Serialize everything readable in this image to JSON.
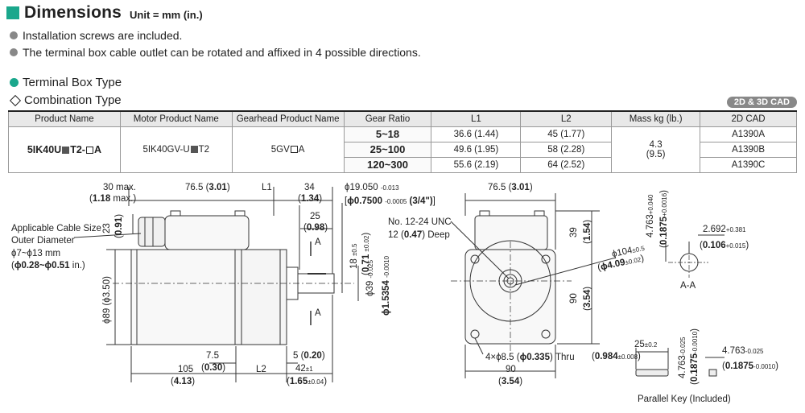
{
  "header": {
    "title": "Dimensions",
    "unit": "Unit = mm (in.)"
  },
  "notes": [
    "Installation screws are included.",
    "The terminal box cable outlet can be rotated and affixed in 4 possible directions."
  ],
  "terminal_box_heading": "Terminal Box Type",
  "combination_heading": "Combination Type",
  "cad_badge": "2D & 3D CAD",
  "table": {
    "headers": [
      "Product Name",
      "Motor Product Name",
      "Gearhead Product Name",
      "Gear Ratio",
      "L1",
      "L2",
      "Mass kg (lb.)",
      "2D CAD"
    ],
    "product_name_a": "5IK40U",
    "product_name_b": "T2-",
    "product_name_c": "A",
    "motor_product_a": "5IK40GV-U",
    "motor_product_b": "T2",
    "gearhead_a": "5GV",
    "gearhead_b": "A",
    "mass": "4.3",
    "mass_lb": "(9.5)",
    "rows": [
      {
        "ratio": "5~18",
        "l1": "36.6 (1.44)",
        "l2": "45 (1.77)",
        "cad": "A1390A"
      },
      {
        "ratio": "25~100",
        "l1": "49.6 (1.95)",
        "l2": "58 (2.28)",
        "cad": "A1390B"
      },
      {
        "ratio": "120~300",
        "l1": "55.6 (2.19)",
        "l2": "64 (2.52)",
        "cad": "A1390C"
      }
    ]
  },
  "dims": {
    "d30": "30 max.",
    "d118": "1.18",
    "d118s": " max.)",
    "d765": "76.5 (",
    "d301": "3.01",
    "l1": "L1",
    "d34": "34",
    "d134": "1.34",
    "d25": "25",
    "d098": "0.98",
    "aTop": "A",
    "aBot": "A",
    "phi19": "ϕ19.050",
    "phi19tol": "-0.013",
    "phi0750": "ϕ0.7500",
    "phi0750tol": "-0.0005",
    "phi34": "(3/4\")",
    "unc1": "No. 12-24 UNC",
    "unc2": "12 (",
    "unc3": "0.47",
    "unc4": ") Deep",
    "d23": "23",
    "d091": "0.91",
    "cable1": "Applicable Cable Size",
    "cable2": "Outer Diameter",
    "cable3": "ϕ7~ϕ13 mm",
    "cable4": "ϕ0.28~ϕ0.51",
    "cable5": " in.)",
    "d18": "18",
    "d18tol": "±0.5",
    "d071": "0.71",
    "d071tol": "±0.02",
    "phi39": "ϕ39",
    "phi39tol": "-0.025",
    "phi1535": "ϕ1.5354",
    "phi1535tol": "-0.0010",
    "phi89": "ϕ89 (ϕ3.50)",
    "d75": "7.5",
    "d030": "0.30",
    "d105": "105",
    "d413": "4.13",
    "l2": "L2",
    "d5": "5 (",
    "d020": "0.20",
    "d42": "42",
    "d42tol": "±1",
    "d165": "1.65",
    "d165tol": "±0.04",
    "f765": "76.5 (",
    "f301": "3.01",
    "d39": "39",
    "d154": "1.54",
    "phi104": "ϕ104",
    "phi104tol": "±0.5",
    "phi409": "ϕ4.09",
    "phi409tol": "±0.02",
    "d90v": "90",
    "d354v": "3.54",
    "holes": "4×ϕ8.5 (",
    "holesb": "ϕ0.335",
    "holesc": ") Thru",
    "d90": "90",
    "d354": "3.54",
    "k4763": "4.763",
    "k4763tol": "+0.040",
    "k01875": "0.1875",
    "k01875tol": "+0.0016",
    "k2692": "2.692",
    "k2692tol": "+0.381",
    "k0106": "0.106",
    "k0106tol": "+0.015",
    "aa": "A-A",
    "p25": "25",
    "p25tol": "±0.2",
    "p0984": "0.984",
    "p0984tol": "±0.008",
    "p4763": "4.763",
    "p4763tol": "-0.025",
    "p01875": "0.1875",
    "p01875tol": "-0.0010",
    "q4763": "4.763",
    "q4763tol": "-0.025",
    "q01875": "0.1875",
    "q01875tol": "-0.0010",
    "parallel_key": "Parallel Key (Included)"
  }
}
